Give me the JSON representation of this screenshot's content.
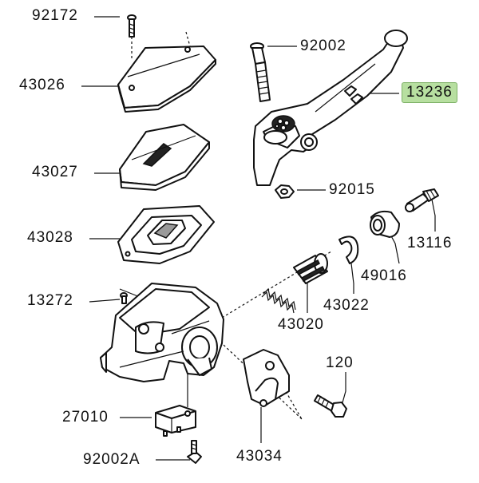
{
  "part_labels": {
    "p92172": "92172",
    "p43026": "43026",
    "p43027": "43027",
    "p43028": "43028",
    "p13272": "13272",
    "p27010": "27010",
    "p92002A": "92002A",
    "p92002": "92002",
    "p13236": "13236",
    "p92015": "92015",
    "p13116": "13116",
    "p49016": "49016",
    "p43022": "43022",
    "p43020": "43020",
    "p120": "120",
    "p43034": "43034"
  },
  "highlighted_part": "13236",
  "colors": {
    "highlight_fill": "#b7dfa0",
    "line": "#111111",
    "background": "#ffffff"
  }
}
